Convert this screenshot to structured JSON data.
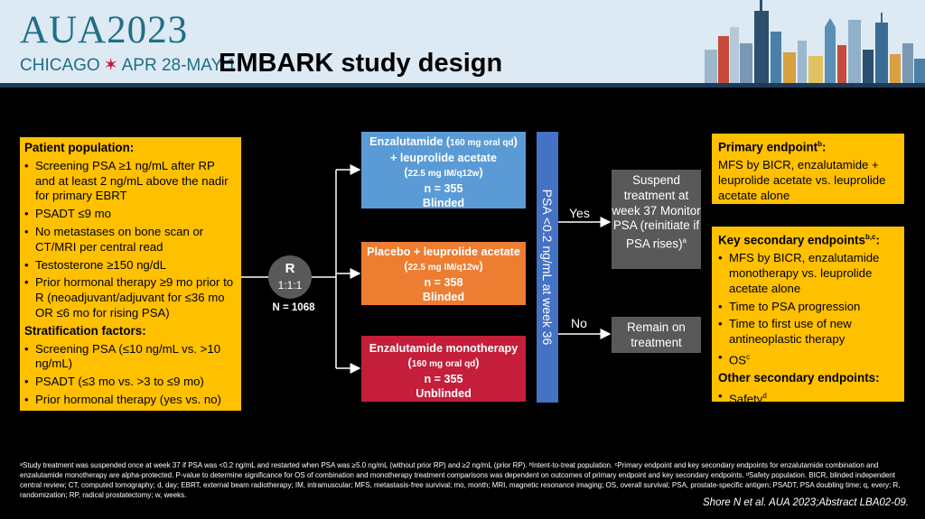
{
  "header": {
    "logo_main": "AUA2023",
    "logo_city": "CHICAGO",
    "logo_dates": "APR 28-MAY 1",
    "title": "EMBARK study design"
  },
  "colors": {
    "header_bg": "#dde9f3",
    "brand_teal": "#1f6f86",
    "yellow_box": "#ffc000",
    "arm_blue": "#5b9bd5",
    "arm_orange": "#ed7d31",
    "arm_red": "#c41e3a",
    "psa_bar": "#4472c4",
    "grey_box": "#595959"
  },
  "patient_box": {
    "heading": "Patient population:",
    "items": [
      "Screening PSA ≥1 ng/mL after RP and at least 2 ng/mL above the nadir for primary EBRT",
      "PSADT ≤9 mo",
      "No metastases on bone scan or CT/MRI per central read",
      "Testosterone ≥150 ng/dL",
      "Prior hormonal therapy ≥9 mo prior to R (neoadjuvant/adjuvant for ≤36 mo OR ≤6 mo for rising PSA)"
    ],
    "strat_heading": "Stratification factors:",
    "strat_items": [
      "Screening PSA (≤10 ng/mL vs. >10 ng/mL)",
      "PSADT (≤3 mo vs. >3 to ≤9 mo)",
      "Prior hormonal therapy (yes vs. no)"
    ]
  },
  "randomization": {
    "letter": "R",
    "ratio": "1:1:1",
    "n": "N = 1068"
  },
  "arms": [
    {
      "line1": "Enzalutamide (",
      "dose1": "160 mg oral qd",
      "line1b": ")",
      "line2": "+ leuprolide acetate",
      "dose2_open": "(",
      "dose2": "22.5 mg IM/q12w",
      "dose2_close": ")",
      "n": "n = 355",
      "status": "Blinded"
    },
    {
      "line1": "Placebo + leuprolide acetate",
      "dose_open": "(",
      "dose": "22.5 mg IM/q12w",
      "dose_close": ")",
      "n": "n = 358",
      "status": "Blinded"
    },
    {
      "line1": "Enzalutamide monotherapy",
      "dose_open": "(",
      "dose": "160 mg oral qd",
      "dose_close": ")",
      "n": "n = 355",
      "status": "Unblinded"
    }
  ],
  "psa_criterion": "PSA <0.2 ng/mL at week 36",
  "yes_label": "Yes",
  "no_label": "No",
  "suspend_box": {
    "text": "Suspend treatment at week 37 Monitor PSA (reinitiate if PSA rises)",
    "sup": "a"
  },
  "remain_box": "Remain on treatment",
  "primary_endpoint": {
    "heading": "Primary endpoint",
    "heading_sup": "b",
    "heading_colon": ":",
    "text": "MFS by BICR, enzalutamide + leuprolide acetate vs. leuprolide acetate alone"
  },
  "secondary_endpoints": {
    "heading": "Key secondary endpoints",
    "heading_sup": "b,c",
    "heading_colon": ":",
    "items": [
      "MFS by BICR, enzalutamide monotherapy vs. leuprolide acetate alone",
      "Time to PSA progression",
      "Time to first use of new antineoplastic therapy"
    ],
    "os": "OS",
    "os_sup": "c",
    "other_heading": "Other secondary endpoints:",
    "safety": "Safety",
    "safety_sup": "d"
  },
  "footnote": "ᵃStudy treatment was suspended once at week 37 if PSA was <0.2 ng/mL and restarted when PSA was ≥5.0 ng/mL (without prior RP) and ≥2 ng/mL (prior RP). ᵇIntent-to-treat population. ᶜPrimary endpoint and key secondary endpoints for enzalutamide combination and enzalutamide monotherapy are alpha-protected. P-value to determine significance for OS of combination and monotherapy treatment comparisons was dependent on outcomes of primary endpoint and key secondary endpoints. ᵈSafety population. BICR, blinded independent central review; CT, computed tomography; d, day; EBRT, external beam radiotherapy; IM, intramuscular; MFS, metastasis-free survival; mo, month; MRI, magnetic resonance imaging; OS, overall survival; PSA, prostate-specific antigen; PSADT, PSA doubling time; q, every; R, randomization; RP, radical prostatectomy; w, weeks.",
  "citation": "Shore N et al. AUA 2023;Abstract LBA02-09."
}
